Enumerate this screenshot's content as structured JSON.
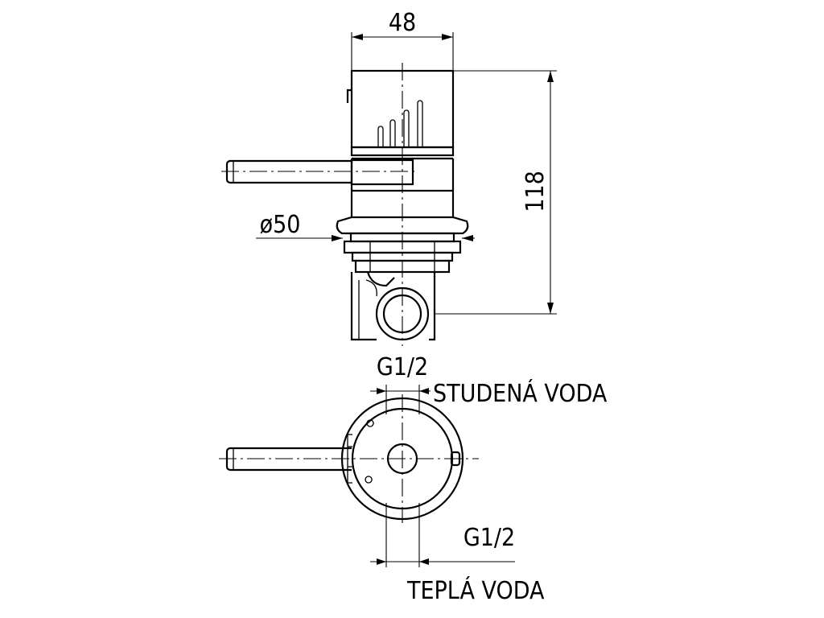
{
  "dimensions": {
    "width": "48",
    "height": "118",
    "diameter": "ø50",
    "cold_thread": "G1/2",
    "hot_thread": "G1/2"
  },
  "labels": {
    "cold": "STUDENÁ VODA",
    "hot": "TEPLÁ VODA"
  }
}
